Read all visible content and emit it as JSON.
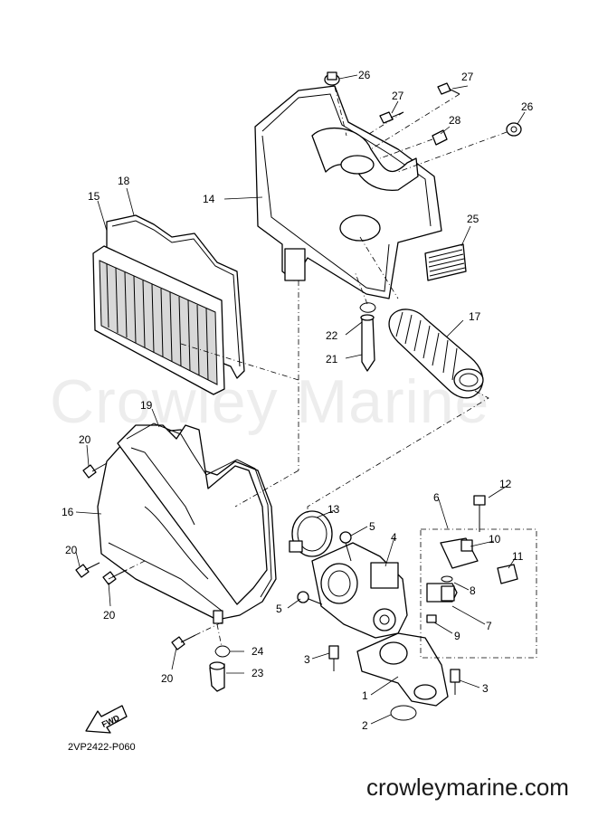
{
  "diagram": {
    "code": "2VP2422-P060",
    "watermark": "Crowley Marine",
    "footer_url": "crowleymarine.com",
    "fwd_label": "FWD",
    "callouts": {
      "c26a": "26",
      "c27a": "27",
      "c27b": "27",
      "c28": "28",
      "c26b": "26",
      "c18": "18",
      "c15": "15",
      "c14": "14",
      "c25": "25",
      "c17": "17",
      "c22": "22",
      "c21": "21",
      "c19": "19",
      "c20a": "20",
      "c16": "16",
      "c20b": "20",
      "c20c": "20",
      "c20d": "20",
      "c13": "13",
      "c5a": "5",
      "c4": "4",
      "c6": "6",
      "c12": "12",
      "c10": "10",
      "c11": "11",
      "c8": "8",
      "c5b": "5",
      "c7": "7",
      "c9": "9",
      "c24": "24",
      "c3a": "3",
      "c23": "23",
      "c1": "1",
      "c3b": "3",
      "c2": "2"
    }
  }
}
